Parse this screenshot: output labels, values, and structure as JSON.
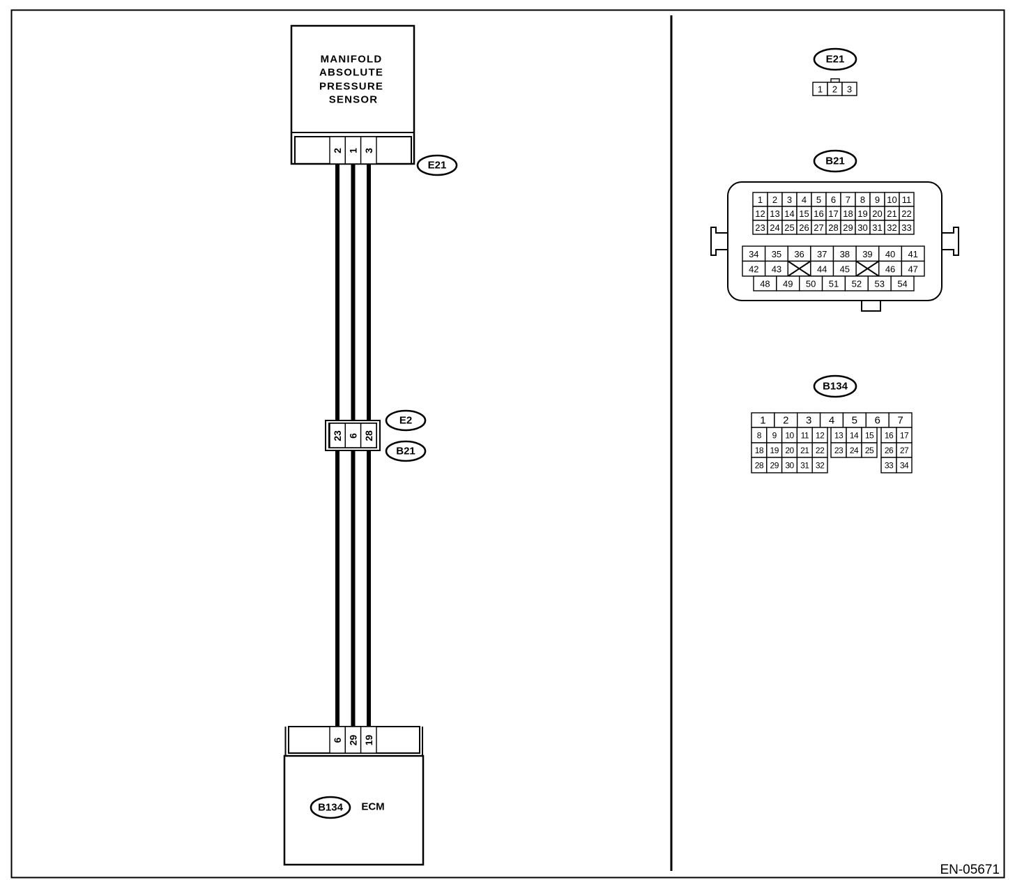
{
  "sensor": {
    "name_lines": [
      "MANIFOLD",
      "ABSOLUTE",
      "PRESSURE",
      "SENSOR"
    ],
    "connector_tag": "E21",
    "pins": [
      "2",
      "1",
      "3"
    ]
  },
  "joint_connector": {
    "tags": [
      "E2",
      "B21"
    ],
    "pins": [
      "23",
      "6",
      "28"
    ]
  },
  "ecm": {
    "label": "ECM",
    "connector_tag": "B134",
    "pins": [
      "6",
      "29",
      "19"
    ]
  },
  "connector_views": {
    "e21": {
      "tag": "E21",
      "pins": [
        "1",
        "2",
        "3"
      ]
    },
    "b21": {
      "tag": "B21",
      "upper_rows": [
        [
          "1",
          "2",
          "3",
          "4",
          "5",
          "6",
          "7",
          "8",
          "9",
          "10",
          "11"
        ],
        [
          "12",
          "13",
          "14",
          "15",
          "16",
          "17",
          "18",
          "19",
          "20",
          "21",
          "22"
        ],
        [
          "23",
          "24",
          "25",
          "26",
          "27",
          "28",
          "29",
          "30",
          "31",
          "32",
          "33"
        ]
      ],
      "lower_rows": [
        [
          "34",
          "35",
          "36",
          "37",
          "38",
          "39",
          "40",
          "41"
        ],
        [
          "42",
          "43",
          null,
          "44",
          "45",
          null,
          "46",
          "47"
        ],
        [
          "48",
          "49",
          "50",
          "51",
          "52",
          "53",
          "54"
        ]
      ]
    },
    "b134": {
      "tag": "B134",
      "rows": [
        [
          "1",
          "2",
          "3",
          "4",
          "5",
          "6",
          "7"
        ],
        [
          "8",
          "9",
          "10",
          "11",
          "12",
          "13",
          "14",
          "15",
          "16",
          "17"
        ],
        [
          "18",
          "19",
          "20",
          "21",
          "22",
          "23",
          "24",
          "25",
          "26",
          "27"
        ],
        [
          "28",
          "29",
          "30",
          "31",
          "32",
          null,
          null,
          null,
          "33",
          "34"
        ]
      ]
    }
  },
  "figure_id": "EN-05671",
  "colors": {
    "line": "#000000",
    "background": "#ffffff"
  }
}
